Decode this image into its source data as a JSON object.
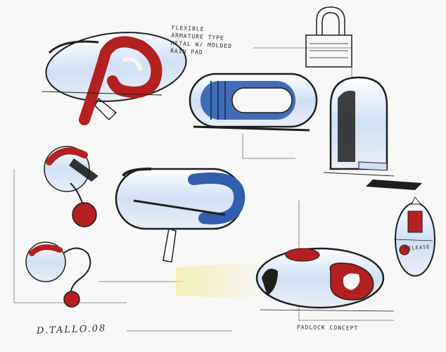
{
  "annotation": {
    "line1": "FLEXIBLE",
    "line2": "ARMATURE TYPE",
    "line3": "METAL W/ MOLDED",
    "line4": "RAIN PAD"
  },
  "release_label": "RELEASE",
  "concept_label": "PADLOCK CONCEPT",
  "signature": "D.TALLO.08",
  "colors": {
    "paper": "#f7f7f5",
    "ink": "#1e1e1e",
    "red": "#b3201f",
    "blue": "#2f5fae",
    "pale_blue": "#cfe0f5",
    "yellow": "#f3ec9a"
  }
}
